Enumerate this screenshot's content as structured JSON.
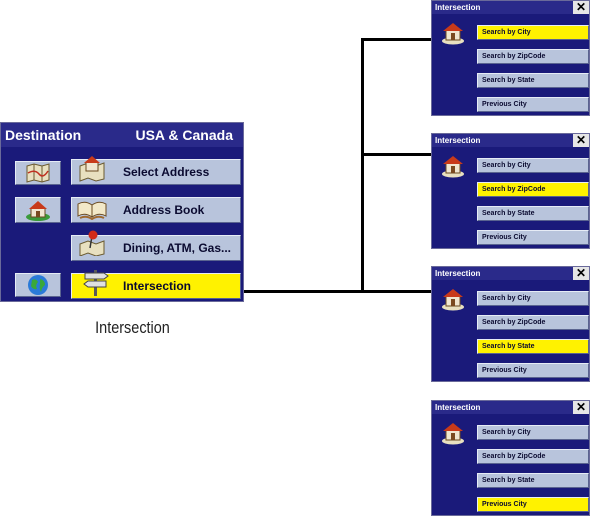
{
  "main_screen": {
    "title": "Destination",
    "region": "USA & Canada",
    "buttons": [
      {
        "label": "Select Address",
        "icon": "house-map-icon",
        "selected": false
      },
      {
        "label": "Address Book",
        "icon": "book-icon",
        "selected": false
      },
      {
        "label": "Dining, ATM, Gas...",
        "icon": "pushpin-map-icon",
        "selected": false
      },
      {
        "label": "Intersection",
        "icon": "signpost-icon",
        "selected": true
      }
    ],
    "side_icons": [
      "map-icon",
      "home-icon",
      "globe-icon"
    ],
    "caption": "Intersection"
  },
  "sub_screens": [
    {
      "title": "Intersection",
      "close": "✕",
      "options": [
        "Search by City",
        "Search by ZipCode",
        "Search by State",
        "Previous City"
      ],
      "selected": 0
    },
    {
      "title": "Intersection",
      "close": "✕",
      "options": [
        "Search by City",
        "Search by ZipCode",
        "Search by State",
        "Previous City"
      ],
      "selected": 1
    },
    {
      "title": "Intersection",
      "close": "✕",
      "options": [
        "Search by City",
        "Search by ZipCode",
        "Search by State",
        "Previous City"
      ],
      "selected": 2
    },
    {
      "title": "Intersection",
      "close": "✕",
      "options": [
        "Search by City",
        "Search by ZipCode",
        "Search by State",
        "Previous City"
      ],
      "selected": 3
    }
  ],
  "colors": {
    "highlight": "#fff200",
    "screen_bg": "#1a1a7a",
    "button_bg": "#b8c4dc"
  }
}
